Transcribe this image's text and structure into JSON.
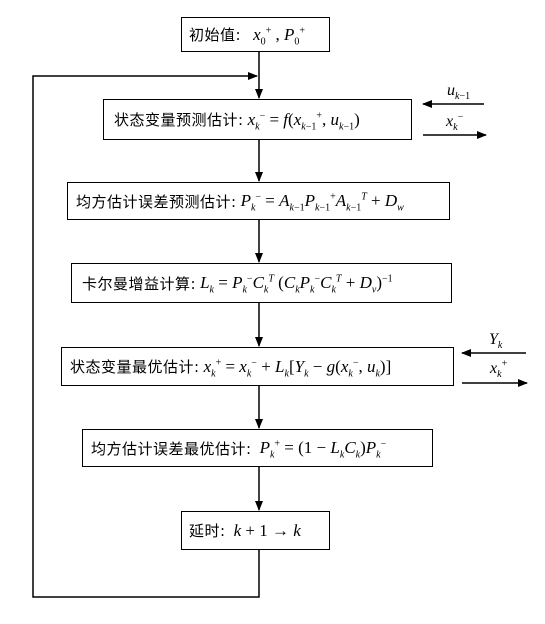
{
  "nodes": {
    "init": {
      "label": "初始值:",
      "equation": "x0⁺ , P0⁺"
    },
    "state_pred": {
      "label": "状态变量预测估计:",
      "equation": "xk⁻ = f(xk−1⁺, uk−1)"
    },
    "cov_pred": {
      "label": "均方估计误差预测估计:",
      "equation": "Pk⁻ = Ak−1 Pk−1⁺ Ak−1ᵀ + Dw"
    },
    "gain": {
      "label": "卡尔曼增益计算:",
      "equation": "Lk = Pk⁻ Ckᵀ (Ck Pk⁻ Ckᵀ + Dv)⁻¹"
    },
    "state_opt": {
      "label": "状态变量最优估计:",
      "equation": "xk⁺ = xk⁻ + Lk[Yk − g(xk⁻, uk)]"
    },
    "cov_opt": {
      "label": "均方估计误差最优估计:",
      "equation": "Pk⁺ = (1 − Lk Ck) Pk⁻"
    },
    "delay": {
      "label": "延时:",
      "equation": "k + 1 → k"
    }
  },
  "side_labels": {
    "u_in": "uk−1",
    "x_pred_out": "xk⁻",
    "y_in": "Yk",
    "x_opt_out": "xk⁺"
  }
}
